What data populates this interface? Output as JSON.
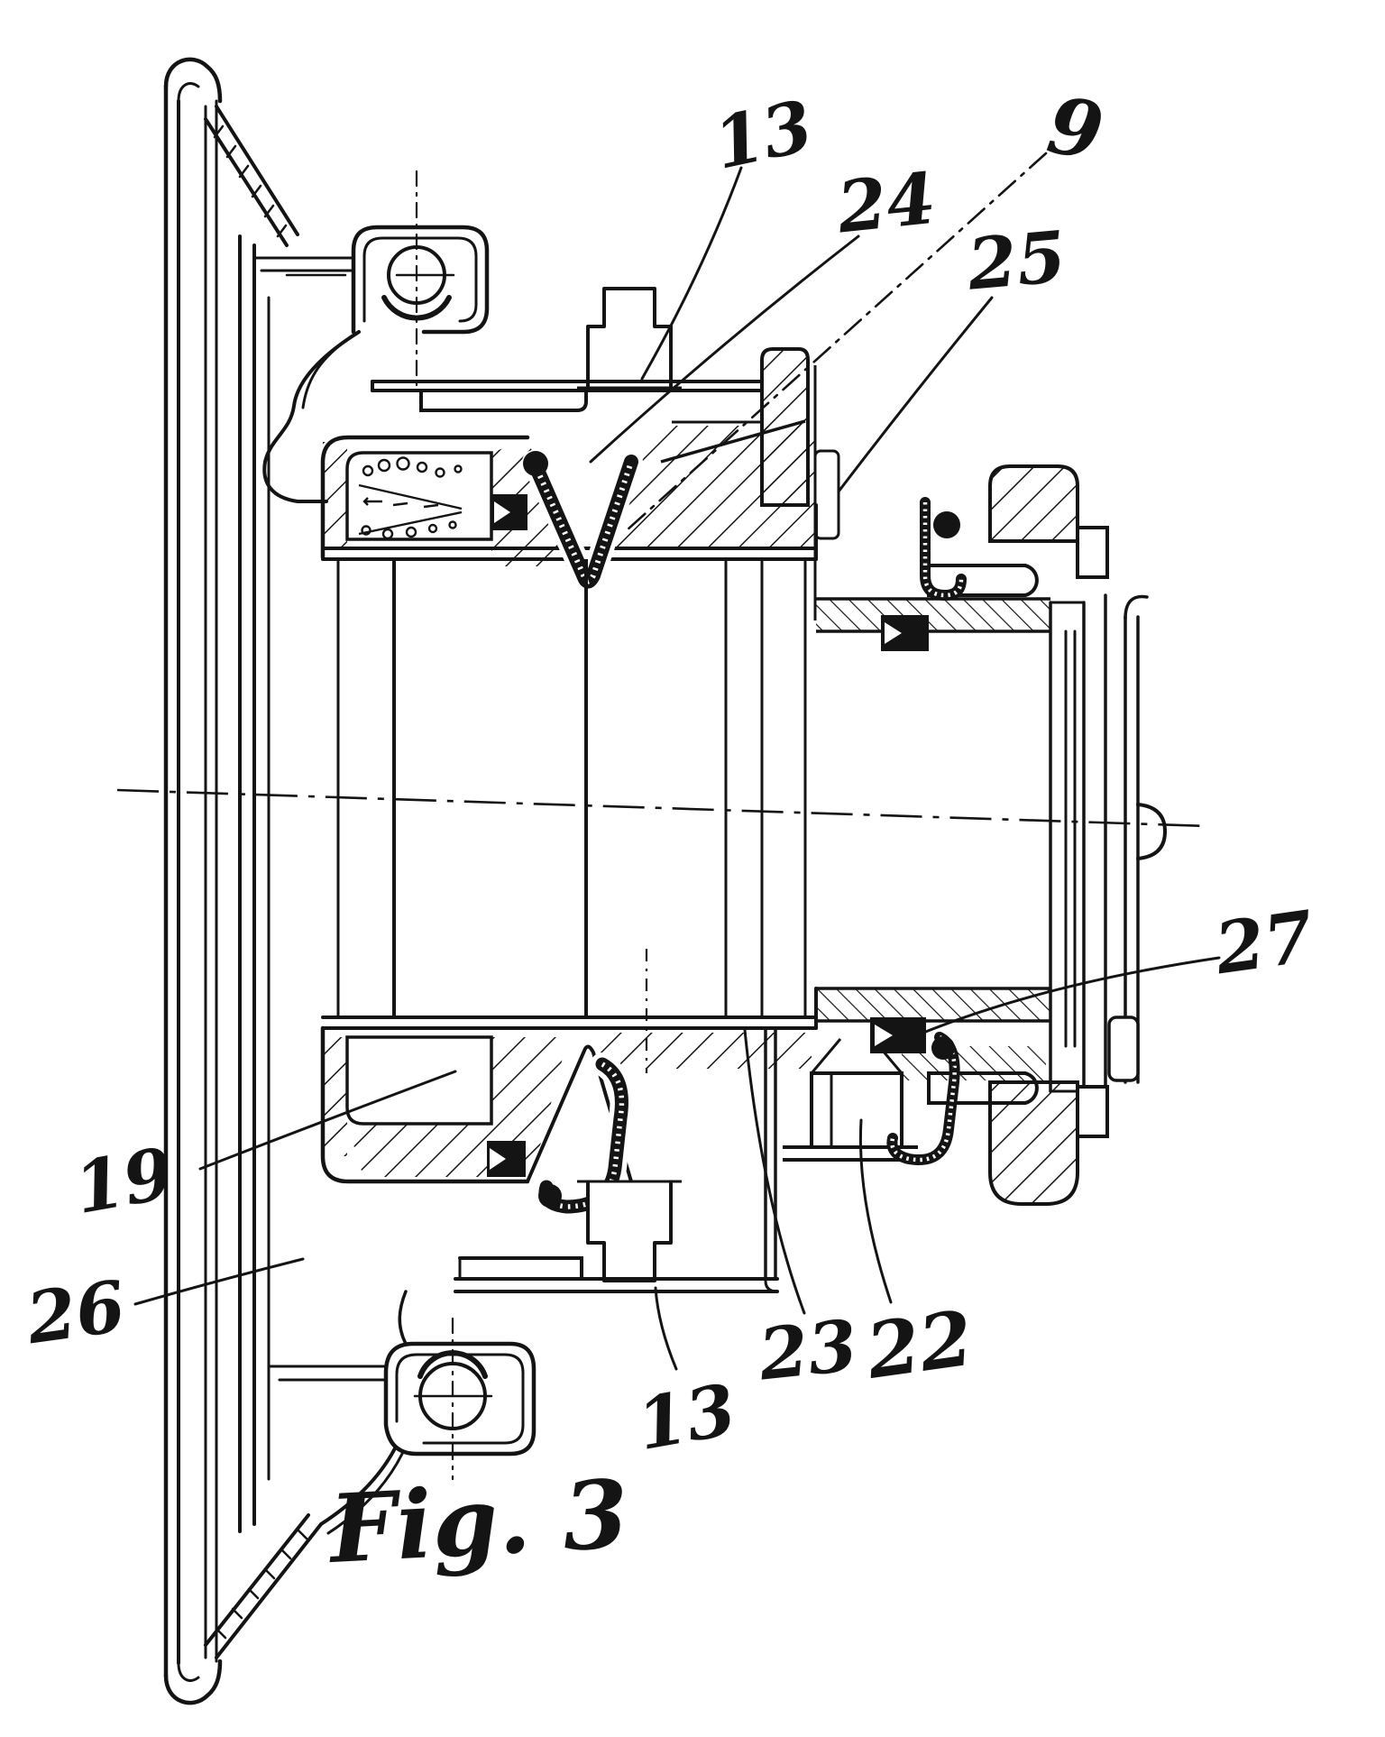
{
  "figure": {
    "caption": "Fig. 3",
    "kind": "patent-cross-section-drawing",
    "subject": "clutch release bearing assembly, sectional side view"
  },
  "colors": {
    "ink": "#141414",
    "paper": "#ffffff"
  },
  "labels": [
    {
      "id": "13-top",
      "text": "13"
    },
    {
      "id": "24",
      "text": "24"
    },
    {
      "id": "9",
      "text": "9"
    },
    {
      "id": "25",
      "text": "25"
    },
    {
      "id": "27",
      "text": "27"
    },
    {
      "id": "19",
      "text": "19"
    },
    {
      "id": "26",
      "text": "26"
    },
    {
      "id": "13-bottom",
      "text": "13"
    },
    {
      "id": "23",
      "text": "23"
    },
    {
      "id": "22",
      "text": "22"
    }
  ]
}
